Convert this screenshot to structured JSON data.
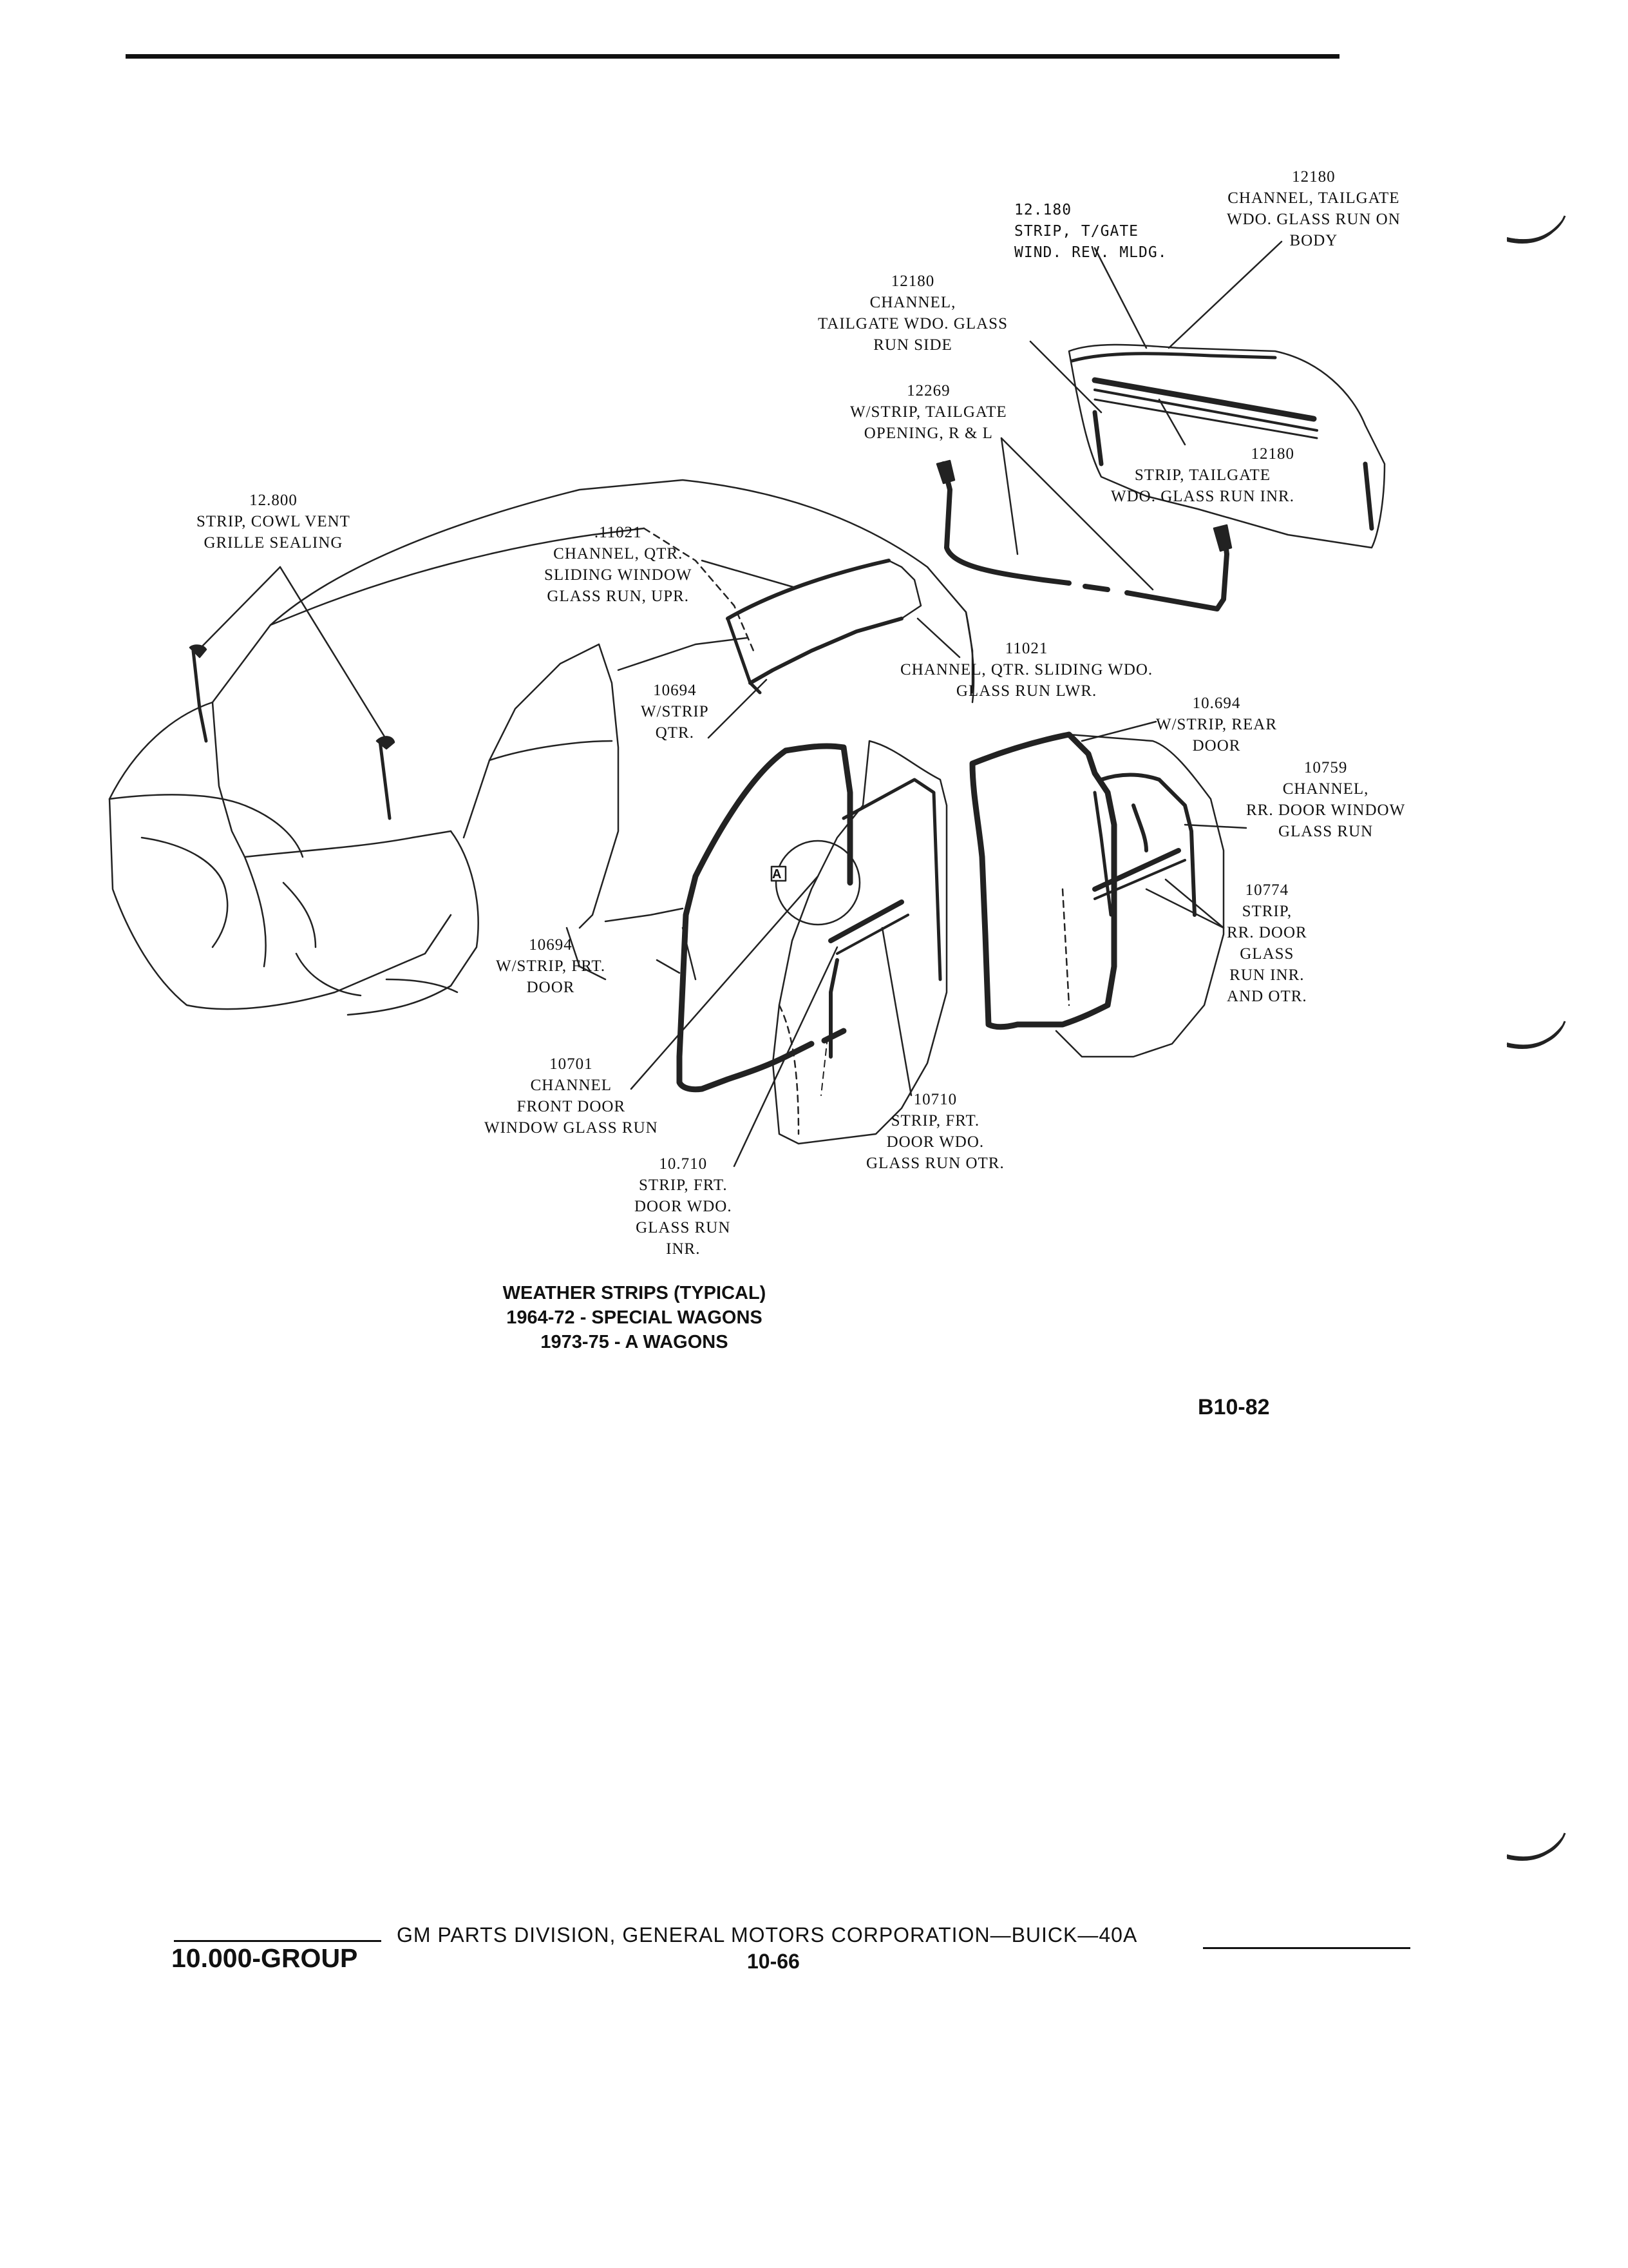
{
  "callouts": {
    "c1": [
      "12180",
      "CHANNEL, TAILGATE",
      "WDO. GLASS RUN ON",
      "BODY"
    ],
    "c2": [
      "12.180",
      "STRIP, T/GATE",
      "WIND. REV. MLDG."
    ],
    "c3": [
      "12180",
      "CHANNEL,",
      "TAILGATE WDO. GLASS",
      "RUN SIDE"
    ],
    "c4": [
      "12269",
      "W/STRIP, TAILGATE",
      "OPENING, R & L"
    ],
    "c5": [
      "12180",
      "STRIP, TAILGATE",
      "WDO. GLASS RUN INR."
    ],
    "c6": [
      "12.800",
      "STRIP, COWL VENT",
      "GRILLE SEALING"
    ],
    "c7": [
      ".11021",
      "CHANNEL, QTR.",
      "SLIDING WINDOW",
      "GLASS RUN, UPR."
    ],
    "c8": [
      "11021",
      "CHANNEL, QTR. SLIDING WDO.",
      "GLASS RUN LWR."
    ],
    "c9": [
      "10694",
      "W/STRIP",
      "QTR."
    ],
    "c10": [
      "10.694",
      "W/STRIP, REAR",
      "DOOR"
    ],
    "c11": [
      "10759",
      "CHANNEL,",
      "RR. DOOR WINDOW",
      "GLASS RUN"
    ],
    "c12": [
      "10774",
      "STRIP,",
      "RR. DOOR",
      "GLASS",
      "RUN INR.",
      "AND OTR."
    ],
    "c13": [
      "10694",
      "W/STRIP, FRT.",
      "DOOR"
    ],
    "c14": [
      "10701",
      "CHANNEL",
      "FRONT DOOR",
      "WINDOW GLASS RUN"
    ],
    "c15": [
      "10710",
      "STRIP, FRT.",
      "DOOR WDO.",
      "GLASS RUN OTR."
    ],
    "c16": [
      "10.710",
      "STRIP, FRT.",
      "DOOR WDO.",
      "GLASS RUN",
      "INR."
    ]
  },
  "detail_marker": "A",
  "caption": [
    "WEATHER STRIPS (TYPICAL)",
    "1964-72 - SPECIAL WAGONS",
    "1973-75 - A WAGONS"
  ],
  "figure_number": "B10-82",
  "footer": {
    "group": "10.000-GROUP",
    "credit": "GM PARTS DIVISION, GENERAL MOTORS CORPORATION—BUICK—40A",
    "page": "10-66"
  }
}
